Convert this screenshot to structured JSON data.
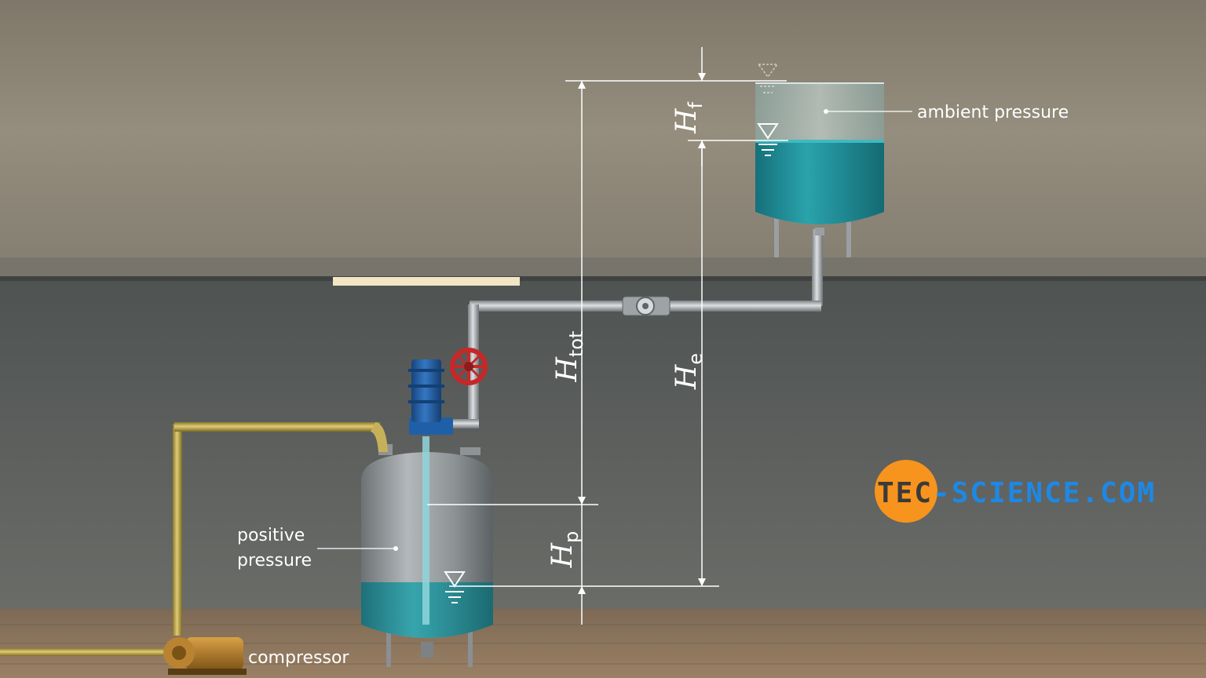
{
  "labels": {
    "ambient": "ambient pressure",
    "positive_line1": "positive",
    "positive_line2": "pressure",
    "compressor": "compressor"
  },
  "symbols": {
    "H_f": {
      "main": "H",
      "sub": "f"
    },
    "H_tot": {
      "main": "H",
      "sub": "tot"
    },
    "H_e": {
      "main": "H",
      "sub": "e"
    },
    "H_p": {
      "main": "H",
      "sub": "p"
    }
  },
  "logo": {
    "part1": "TEC",
    "dash": "-",
    "part2": "SCIENCE",
    "part3": ".COM"
  },
  "colors": {
    "wall_upper": "#8c8474",
    "wall_lower": "#5e615f",
    "water": "#1f8f98",
    "pipe": "#b6b9bb",
    "air_pipe": "#b8a24a",
    "valve": "#c62828",
    "motor": "#1f5fa8",
    "logo_orange": "#f7941d",
    "logo_blue": "#1e88e5",
    "logo_dark": "#3a3a3a"
  }
}
